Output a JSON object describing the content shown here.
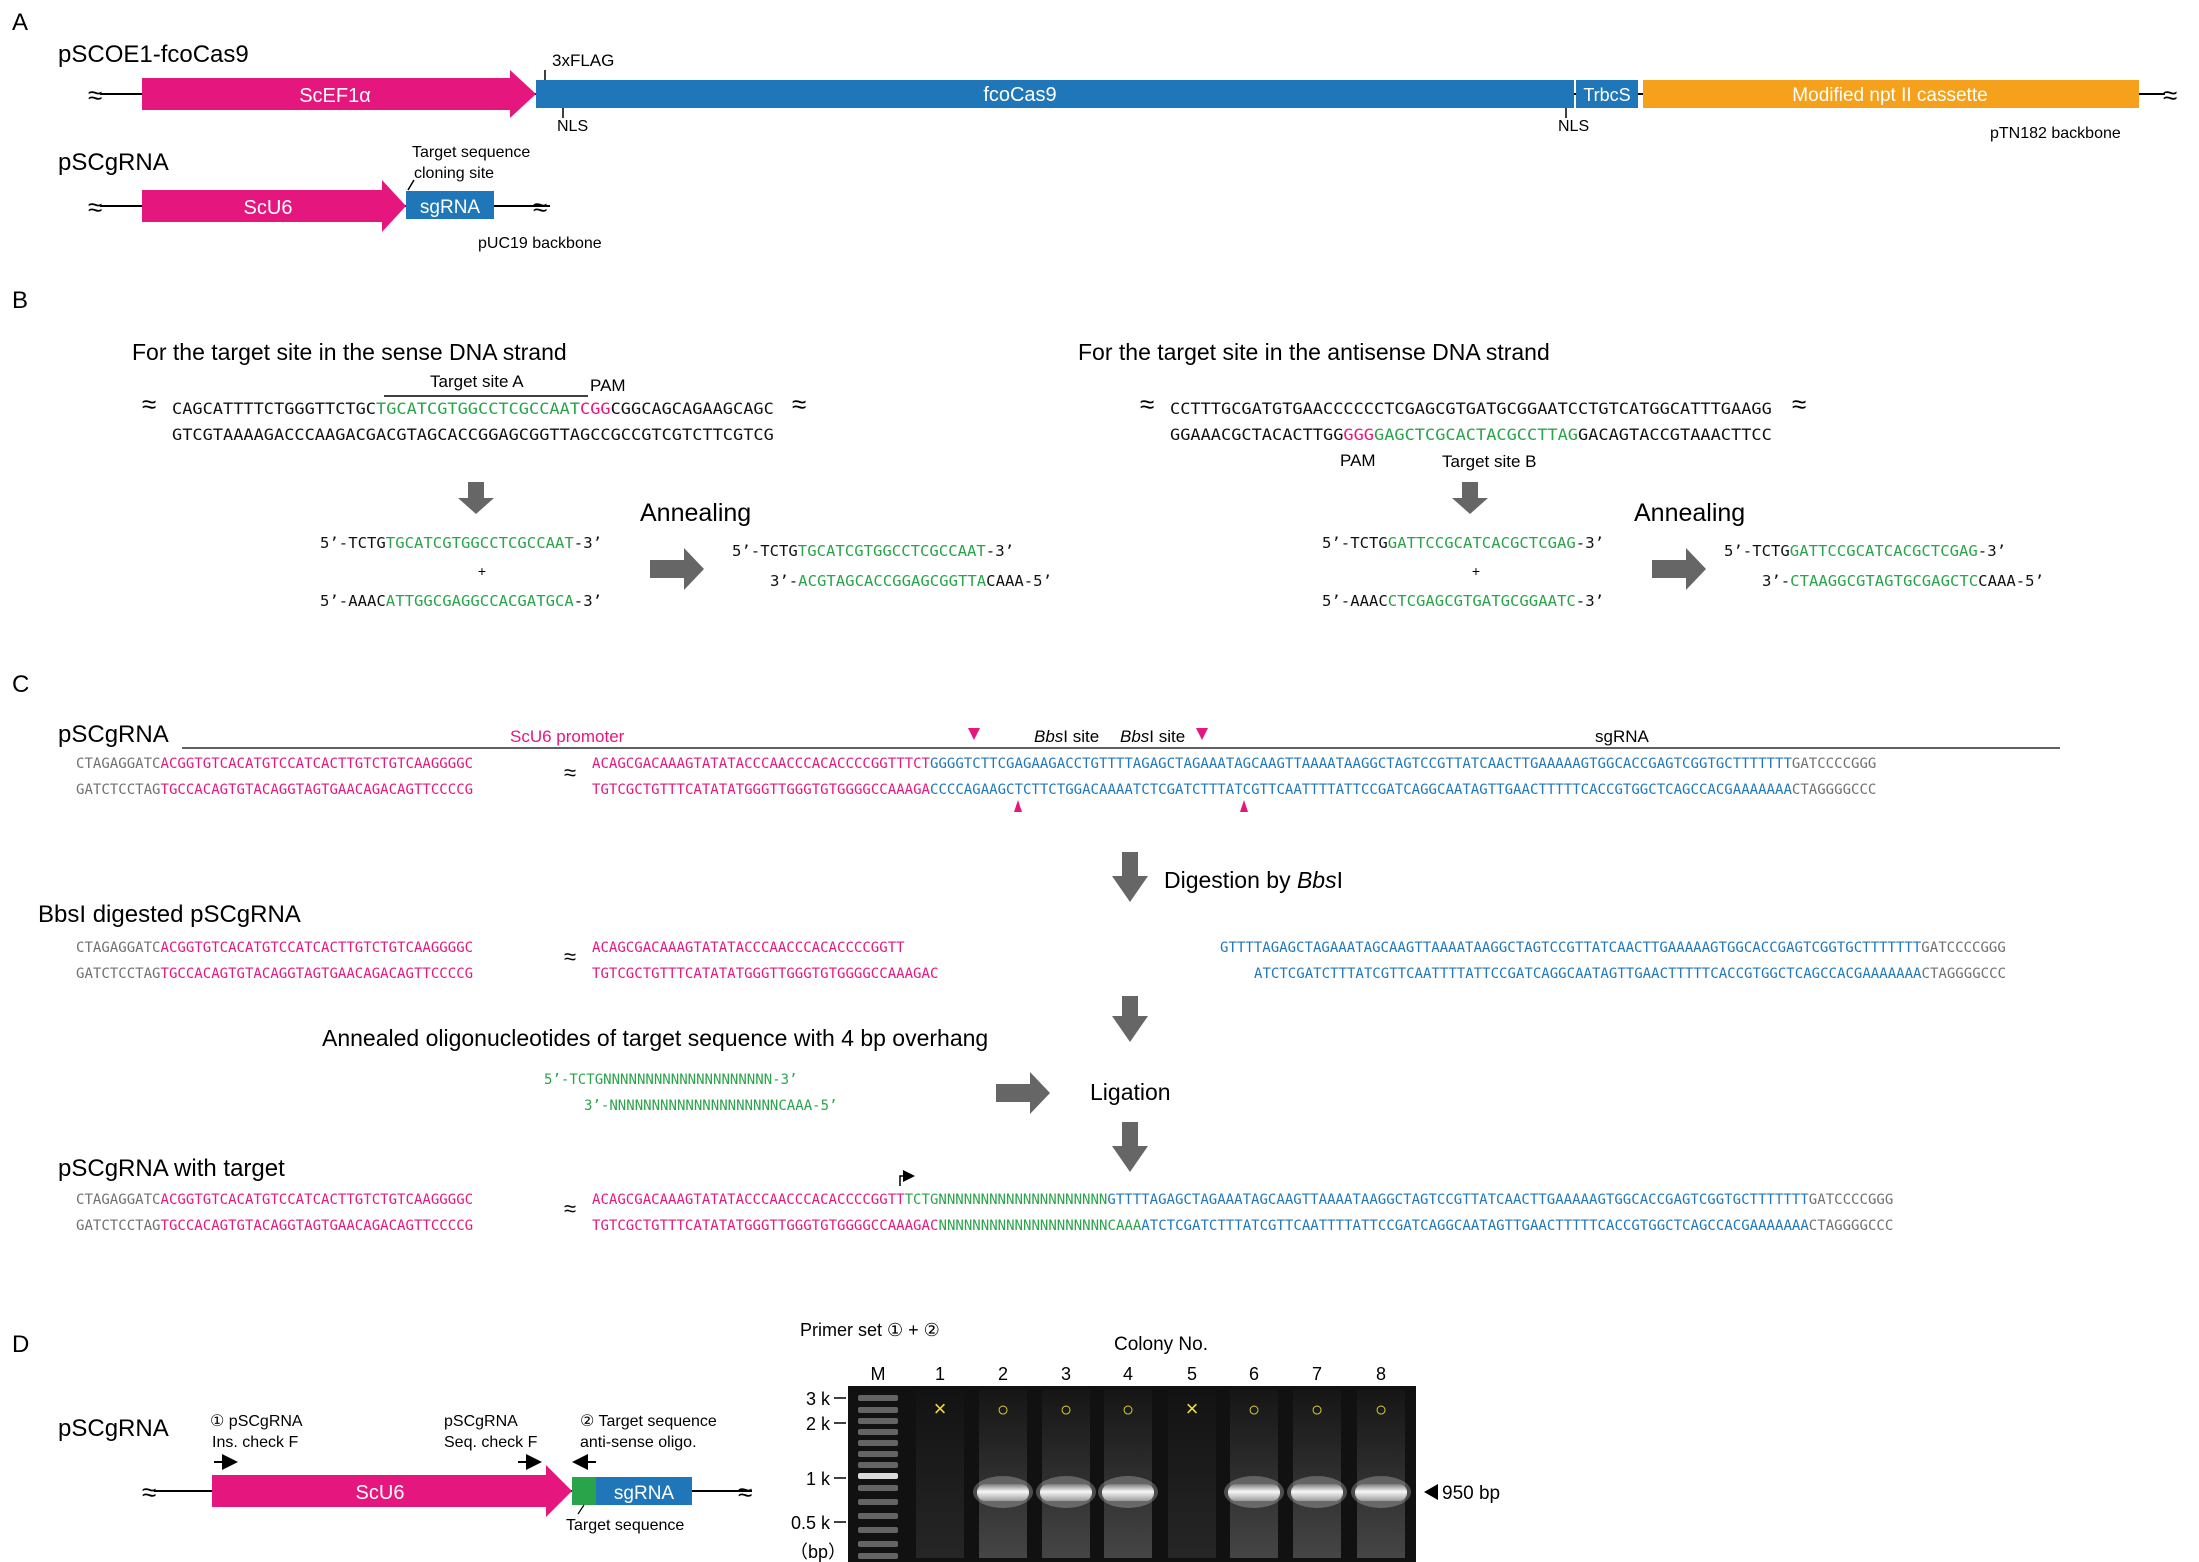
{
  "panels": {
    "a": "A",
    "b": "B",
    "c": "C",
    "d": "D"
  },
  "colors": {
    "pink": "#e5177e",
    "blue": "#1f77b9",
    "orange": "#f5a11c",
    "green": "#2aa44a",
    "gray": "#707070",
    "arrow": "#666666",
    "gel": "#111111",
    "yellow": "#f2dd3a"
  },
  "a": {
    "title1": "pSCOE1-fcoCas9",
    "promoter1": "ScEF1α",
    "flag": "3xFLAG",
    "cas9": "fcoCas9",
    "nls1": "NLS",
    "terminator": "TrbcS",
    "nls2": "NLS",
    "cassette": "Modified npt II cassette",
    "backbone1": "pTN182 backbone",
    "title2": "pSCgRNA",
    "target_label_1": "Target sequence",
    "target_label_2": "cloning site",
    "promoter2": "ScU6",
    "sgrna": "sgRNA",
    "backbone2": "pUC19 backbone"
  },
  "b": {
    "left": {
      "heading": "For the target site in the sense DNA strand",
      "target_label": "Target site A",
      "pam_label": "PAM",
      "top": [
        {
          "t": "CAGCATTTTCTGGGTTCTGC",
          "c": "k"
        },
        {
          "t": "TGCATCGTGGCCTCGCCAAT",
          "c": "g"
        },
        {
          "t": "CGG",
          "c": "p"
        },
        {
          "t": "CGGCAGCAGAAGCAGC",
          "c": "k"
        }
      ],
      "bottom": [
        {
          "t": "GTCGTAAAAGACCCAAGACGACGTAGCACCGGAGCGGTTAGCCGCCGTCGTCTTCGTCG",
          "c": "k"
        }
      ],
      "oligo1": [
        {
          "t": "5’-TCTG",
          "c": "k"
        },
        {
          "t": "TGCATCGTGGCCTCGCCAAT",
          "c": "g"
        },
        {
          "t": "-3’",
          "c": "k"
        }
      ],
      "plus": "+",
      "oligo2": [
        {
          "t": "5’-AAAC",
          "c": "k"
        },
        {
          "t": "ATTGGCGAGGCCACGATGCA",
          "c": "g"
        },
        {
          "t": "-3’",
          "c": "k"
        }
      ],
      "annealing": "Annealing",
      "ann1": [
        {
          "t": "5’-TCTG",
          "c": "k"
        },
        {
          "t": "TGCATCGTGGCCTCGCCAAT",
          "c": "g"
        },
        {
          "t": "-3’",
          "c": "k"
        }
      ],
      "ann2": [
        {
          "t": "3’-",
          "c": "k"
        },
        {
          "t": "ACGTAGCACCGGAGCGGTTA",
          "c": "g"
        },
        {
          "t": "CAAA-5’",
          "c": "k"
        }
      ]
    },
    "right": {
      "heading": "For the target site in the antisense DNA strand",
      "top": [
        {
          "t": "CCTTTGCGATGTGAACCCCCCTCGAGCGTGATGCGGAATCCTGTCATGGCATTTGAAGG",
          "c": "k"
        }
      ],
      "bottom": [
        {
          "t": "GGAAACGCTACACTTGG",
          "c": "k"
        },
        {
          "t": "GGG",
          "c": "p"
        },
        {
          "t": "GAGCTCGCACTACGCCTTAG",
          "c": "g"
        },
        {
          "t": "GACAGTACCGTAAACTTCC",
          "c": "k"
        }
      ],
      "pam_label": "PAM",
      "target_label": "Target site B",
      "oligo1": [
        {
          "t": "5’-TCTG",
          "c": "k"
        },
        {
          "t": "GATTCCGCATCACGCTCGAG",
          "c": "g"
        },
        {
          "t": "-3’",
          "c": "k"
        }
      ],
      "plus": "+",
      "oligo2": [
        {
          "t": "5’-AAAC",
          "c": "k"
        },
        {
          "t": "CTCGAGCGTGATGCGGAATC",
          "c": "g"
        },
        {
          "t": "-3’",
          "c": "k"
        }
      ],
      "annealing": "Annealing",
      "ann1": [
        {
          "t": "5’-TCTG",
          "c": "k"
        },
        {
          "t": "GATTCCGCATCACGCTCGAG",
          "c": "g"
        },
        {
          "t": "-3’",
          "c": "k"
        }
      ],
      "ann2": [
        {
          "t": "3’-",
          "c": "k"
        },
        {
          "t": "CTAAGGCGTAGTGCGAGCTC",
          "c": "g"
        },
        {
          "t": "CAAA-5’",
          "c": "k"
        }
      ]
    }
  },
  "c": {
    "title": "pSCgRNA",
    "promoter_label": "ScU6 promoter",
    "bbs_site": "site",
    "bbs_name": "Bbs",
    "bbs_i": "I",
    "sgrna_label": "sgRNA",
    "seq1": {
      "l1": [
        {
          "t": "CTAGAGGATC",
          "c": "x"
        },
        {
          "t": "ACGGTGTCACATGTCCATCACTTGTCTGTCAAGGGGC",
          "c": "p"
        }
      ],
      "l2": [
        {
          "t": "GATCTCCTAG",
          "c": "x"
        },
        {
          "t": "TGCCACAGTGTACAGGTAGTGAACAGACAGTTCCCCG",
          "c": "p"
        }
      ],
      "r1": [
        {
          "t": "ACAGCGACAAAGTATATACCCAACCCACACCCCGGTTTCT",
          "c": "p"
        },
        {
          "t": "GGGGTCTTCGAGAAGACCTGTTTTAGAGCTAGAAATAGCAAGTTAAAATAAGGCTAGTCCGTTATCAACTTGAAAAAGTGGCACCGAGTCGGTGCTTTTTTT",
          "c": "b"
        },
        {
          "t": "GATCCCCGGG",
          "c": "x"
        }
      ],
      "r2": [
        {
          "t": "TGTCGCTGTTTCATATATGGGTTGGGTGTGGGGCCAAAGA",
          "c": "p"
        },
        {
          "t": "CCCCAGAAGCTCTTCTGGACAAAATCTCGATCTTTATCGTTCAATTTTATTCCGATCAGGCAATAGTTGAACTTTTTCACCGTGGCTCAGCCACGAAAAAAA",
          "c": "b"
        },
        {
          "t": "CTAGGGGCCC",
          "c": "x"
        }
      ]
    },
    "digestion_label": "Digestion by ",
    "digestion_enzyme": "Bbs",
    "digestion_i": "I",
    "digested_title": "BbsI digested pSCgRNA",
    "seq2": {
      "l1": [
        {
          "t": "CTAGAGGATC",
          "c": "x"
        },
        {
          "t": "ACGGTGTCACATGTCCATCACTTGTCTGTCAAGGGGC",
          "c": "p"
        }
      ],
      "l2": [
        {
          "t": "GATCTCCTAG",
          "c": "x"
        },
        {
          "t": "TGCCACAGTGTACAGGTAGTGAACAGACAGTTCCCCG",
          "c": "p"
        }
      ],
      "m1": [
        {
          "t": "ACAGCGACAAAGTATATACCCAACCCACACCCCGGTT",
          "c": "p"
        }
      ],
      "m2": [
        {
          "t": "TGTCGCTGTTTCATATATGGGTTGGGTGTGGGGCCAAAGAC",
          "c": "p"
        }
      ],
      "s1": [
        {
          "t": "GTTTTAGAGCTAGAAATAGCAAGTTAAAATAAGGCTAGTCCGTTATCAACTTGAAAAAGTGGCACCGAGTCGGTGCTTTTTTT",
          "c": "b"
        },
        {
          "t": "GATCCCCGGG",
          "c": "x"
        }
      ],
      "s2": [
        {
          "t": "ATCTCGATCTTTATCGTTCAATTTTATTCCGATCAGGCAATAGTTGAACTTTTTCACCGTGGCTCAGCCACGAAAAAAA",
          "c": "b"
        },
        {
          "t": "CTAGGGGCCC",
          "c": "x"
        }
      ]
    },
    "annealed_title": "Annealed oligonucleotides of target sequence with 4 bp overhang",
    "ann1": [
      {
        "t": "5’-TCTGNNNNNNNNNNNNNNNNNNNN-3’",
        "c": "g"
      }
    ],
    "ann2": [
      {
        "t": "3’-NNNNNNNNNNNNNNNNNNNNCAAA-5’",
        "c": "g"
      }
    ],
    "ligation": "Ligation",
    "target_title": "pSCgRNA with target",
    "seq3": {
      "l1": [
        {
          "t": "CTAGAGGATC",
          "c": "x"
        },
        {
          "t": "ACGGTGTCACATGTCCATCACTTGTCTGTCAAGGGGC",
          "c": "p"
        }
      ],
      "l2": [
        {
          "t": "GATCTCCTAG",
          "c": "x"
        },
        {
          "t": "TGCCACAGTGTACAGGTAGTGAACAGACAGTTCCCCG",
          "c": "p"
        }
      ],
      "r1": [
        {
          "t": "ACAGCGACAAAGTATATACCCAACCCACACCCCGGTT",
          "c": "p"
        },
        {
          "t": "TCTGNNNNNNNNNNNNNNNNNNNN",
          "c": "g"
        },
        {
          "t": "GTTTTAGAGCTAGAAATAGCAAGTTAAAATAAGGCTAGTCCGTTATCAACTTGAAAAAGTGGCACCGAGTCGGTGCTTTTTTT",
          "c": "b"
        },
        {
          "t": "GATCCCCGGG",
          "c": "x"
        }
      ],
      "r2": [
        {
          "t": "TGTCGCTGTTTCATATATGGGTTGGGTGTGGGGCCAAAGAC",
          "c": "p"
        },
        {
          "t": "NNNNNNNNNNNNNNNNNNNNCAAA",
          "c": "g"
        },
        {
          "t": "ATCTCGATCTTTATCGTTCAATTTTATTCCGATCAGGCAATAGTTGAACTTTTTCACCGTGGCTCAGCCACGAAAAAAA",
          "c": "b"
        },
        {
          "t": "CTAGGGGCCC",
          "c": "x"
        }
      ]
    }
  },
  "d": {
    "title": "pSCgRNA",
    "primer1_1": "① pSCgRNA",
    "primer1_2": "Ins. check F",
    "primer2_1": "pSCgRNA",
    "primer2_2": "Seq. check F",
    "primer3_1": "② Target sequence",
    "primer3_2": "anti-sense oligo.",
    "promoter": "ScU6",
    "sgrna": "sgRNA",
    "target_label": "Target sequence",
    "gel": {
      "primer_set": "Primer set ① + ②",
      "colony": "Colony No.",
      "lanes": [
        "M",
        "1",
        "2",
        "3",
        "4",
        "5",
        "6",
        "7",
        "8"
      ],
      "results": [
        "",
        "×",
        "○",
        "○",
        "○",
        "×",
        "○",
        "○",
        "○"
      ],
      "sizes": [
        "3 k",
        "2 k",
        "1 k",
        "0.5 k"
      ],
      "unit": "（bp）",
      "band_label": "950 bp"
    }
  }
}
